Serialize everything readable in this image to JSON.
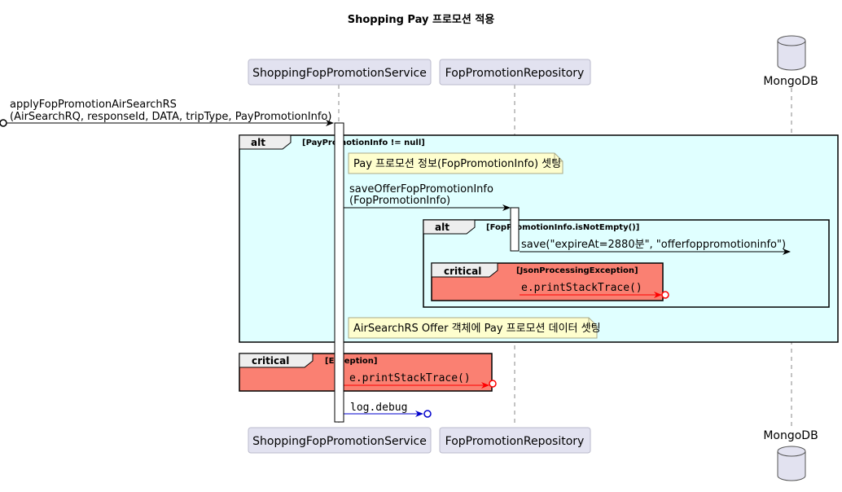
{
  "title": "Shopping Pay 프로모션 적용",
  "participants": {
    "service": "ShoppingFopPromotionService",
    "repository": "FopPromotionRepository",
    "database": "MongoDB"
  },
  "messages": {
    "incoming_line1": "applyFopPromotionAirSearchRS",
    "incoming_line2": "(AirSearchRQ, responseId, DATA, tripType, PayPromotionInfo)",
    "save_line1": "saveOfferFopPromotionInfo",
    "save_line2": "(FopPromotionInfo)",
    "db_save": "save(\"expireAt=2880분\", \"offerfoppromotioninfo\")",
    "inner_trace": "e.printStackTrace()",
    "outer_trace": "e.printStackTrace()",
    "log": "log.debug"
  },
  "fragments": {
    "alt_outer_keyword": "alt",
    "alt_outer_guard": "[PayPromotionInfo != null]",
    "alt_inner_keyword": "alt",
    "alt_inner_guard": "[FopPromotionInfo.isNotEmpty()]",
    "critical_inner_keyword": "critical",
    "critical_inner_guard": "[JsonProcessingException]",
    "critical_outer_keyword": "critical",
    "critical_outer_guard": "[Exception]"
  },
  "notes": {
    "note1": "Pay 프로모션 정보(FopPromotionInfo) 셋팅",
    "note2": "AirSearchRS Offer 객체에 Pay 프로모션 데이터 셋팅"
  },
  "colors": {
    "participant_fill": "#e2e2f0",
    "alt_fill": "#e0ffff",
    "critical_fill": "#fa8072",
    "note_fill": "#fefece",
    "error_arrow": "#ff0000",
    "log_arrow": "#0000cc"
  }
}
